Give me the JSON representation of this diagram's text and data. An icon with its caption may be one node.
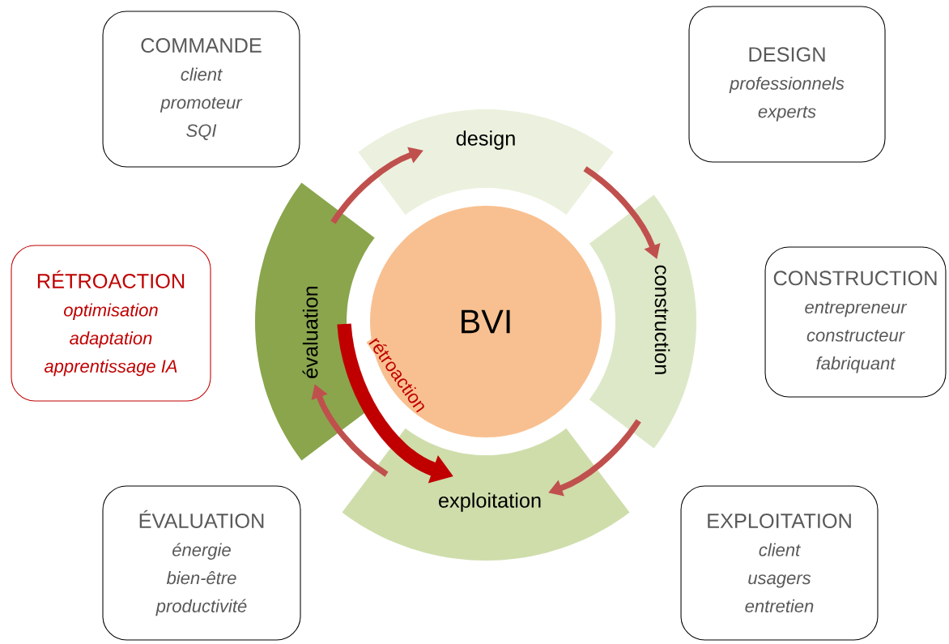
{
  "diagram": {
    "nodes": [
      {
        "text": [
          "COMMANDE",
          "client",
          "promoteur",
          "SQI"
        ]
      },
      {
        "text": [
          "DESIGN",
          "professionnels",
          "experts"
        ]
      },
      {
        "text": [
          "RÉTROACTION",
          "optimisation",
          "adaptation",
          "apprentissage IA"
        ]
      },
      {
        "text": [
          "CONSTRUCTION",
          "entrepreneur",
          "constructeur",
          "fabriquant"
        ]
      },
      {
        "text": [
          "ÉVALUATION",
          "énergie",
          "bien-être",
          "productivité"
        ]
      },
      {
        "text": [
          "EXPLOITATION",
          "client",
          "usagers",
          "entretien"
        ]
      },
      {
        "text": [
          "design"
        ]
      },
      {
        "text": [
          "évaluation"
        ]
      },
      {
        "text": [
          "BVI"
        ]
      },
      {
        "text": [
          "construction"
        ]
      },
      {
        "text": [
          "exploitation"
        ]
      }
    ],
    "edges": [
      {
        "from": 7,
        "to": 6,
        "arrow": "to"
      },
      {
        "from": 6,
        "to": 9,
        "arrow": "to"
      },
      {
        "from": 9,
        "to": 10,
        "arrow": "to"
      },
      {
        "from": 10,
        "to": 7,
        "arrow": "to"
      },
      {
        "from": 7,
        "to": 10,
        "arrow": "to",
        "label": "rétroaction",
        "style": "thick",
        "color": "#c00000"
      }
    ]
  }
}
